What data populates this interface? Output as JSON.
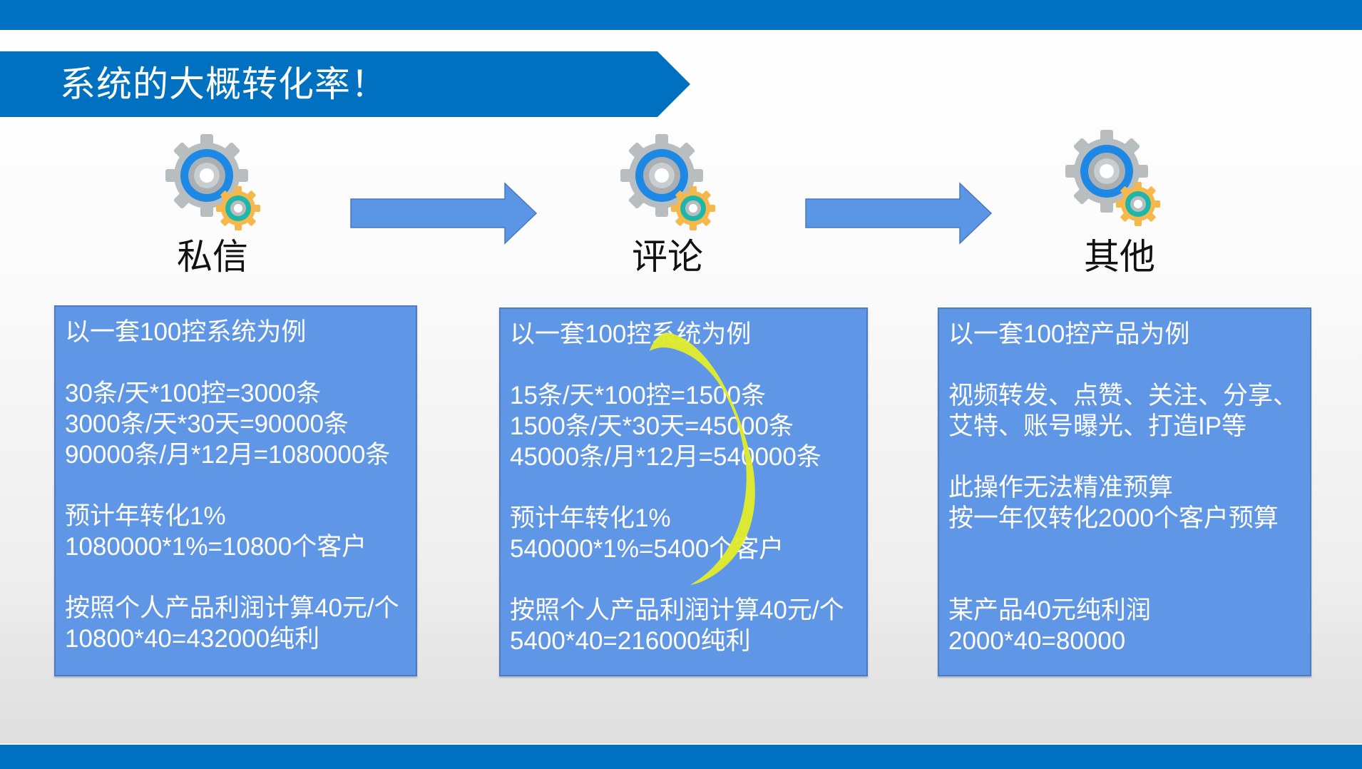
{
  "slide": {
    "title": "系统的大概转化率！",
    "colors": {
      "bar": "#0070C0",
      "box_fill": "#6096E6",
      "box_border": "#4C7CC4",
      "arrow_fill": "#5B95E5",
      "highlight": "#E2EC2A"
    }
  },
  "steps": [
    {
      "label": "私信",
      "icon": "gears-icon",
      "lines": [
        "以一套100控系统为例",
        "",
        "30条/天*100控=3000条",
        "3000条/天*30天=90000条",
        "90000条/月*12月=1080000条",
        "",
        "预计年转化1%",
        "1080000*1%=10800个客户",
        "",
        "按照个人产品利润计算40元/个",
        "10800*40=432000纯利"
      ]
    },
    {
      "label": "评论",
      "icon": "gears-icon",
      "lines": [
        "以一套100控系统为例",
        "",
        "15条/天*100控=1500条",
        "1500条/天*30天=45000条",
        "45000条/月*12月=540000条",
        "",
        "预计年转化1%",
        "540000*1%=5400个客户",
        "",
        "按照个人产品利润计算40元/个",
        "5400*40=216000纯利"
      ]
    },
    {
      "label": "其他",
      "icon": "gears-icon",
      "lines": [
        "以一套100控产品为例",
        "",
        "视频转发、点赞、关注、分享、",
        "艾特、账号曝光、打造IP等",
        "",
        "此操作无法精准预算",
        "按一年仅转化2000个客户预算",
        "",
        "",
        "某产品40元纯利润",
        "2000*40=80000"
      ]
    }
  ],
  "arrows": [
    {
      "from": "私信",
      "to": "评论",
      "icon": "right-arrow-icon"
    },
    {
      "from": "评论",
      "to": "其他",
      "icon": "right-arrow-icon"
    }
  ]
}
